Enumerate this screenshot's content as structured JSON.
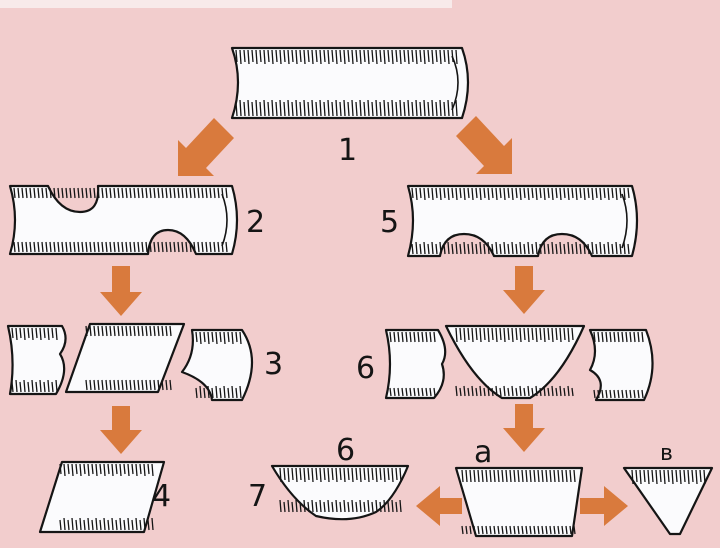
{
  "labels": {
    "step1": "1",
    "step2": "2",
    "step3": "3",
    "step4": "4",
    "step5": "5",
    "step6a": "6",
    "step6b": "6",
    "step7": "7",
    "variant_a": "a",
    "variant_b": "в"
  },
  "colors": {
    "background": "#f2cdcd",
    "arrow": "#d97a3d",
    "piece_fill": "#fbfbfd",
    "outline": "#151515"
  }
}
